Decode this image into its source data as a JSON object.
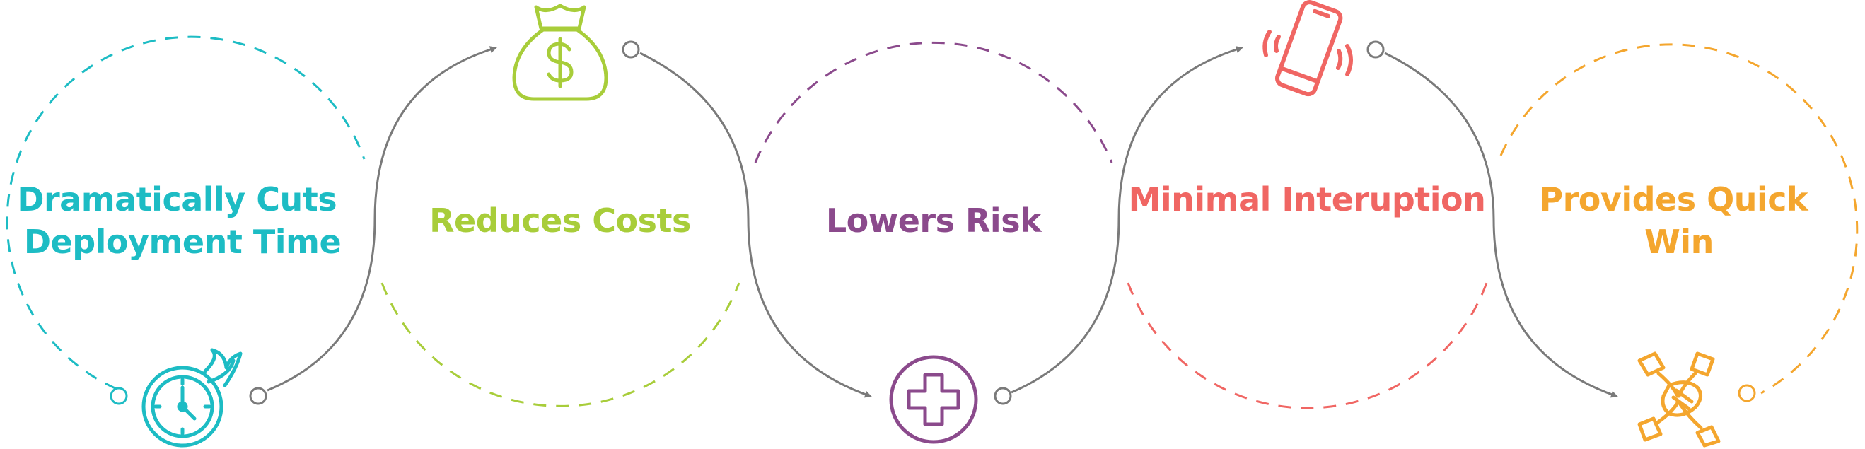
{
  "colors": {
    "teal": "#1dbcc4",
    "green": "#a8cd3a",
    "purple": "#8b4a8c",
    "coral": "#f06663",
    "orange": "#f4a62e",
    "connector": "#7a7a7a"
  },
  "steps": [
    {
      "label_line1": "Dramatically Cuts",
      "label_line2": "Deployment Time",
      "color": "#1dbcc4",
      "icon": "clock-fire-icon"
    },
    {
      "label_line1": "Reduces Costs",
      "color": "#a8cd3a",
      "icon": "money-bag-icon"
    },
    {
      "label_line1": "Lowers Risk",
      "color": "#8b4a8c",
      "icon": "medical-cross-icon"
    },
    {
      "label_line1": "Minimal Interuption",
      "color": "#f06663",
      "icon": "vibrating-phone-icon"
    },
    {
      "label_line1": "Provides Quick",
      "label_line2": "Win",
      "color": "#f4a62e",
      "icon": "handshake-icon"
    }
  ]
}
